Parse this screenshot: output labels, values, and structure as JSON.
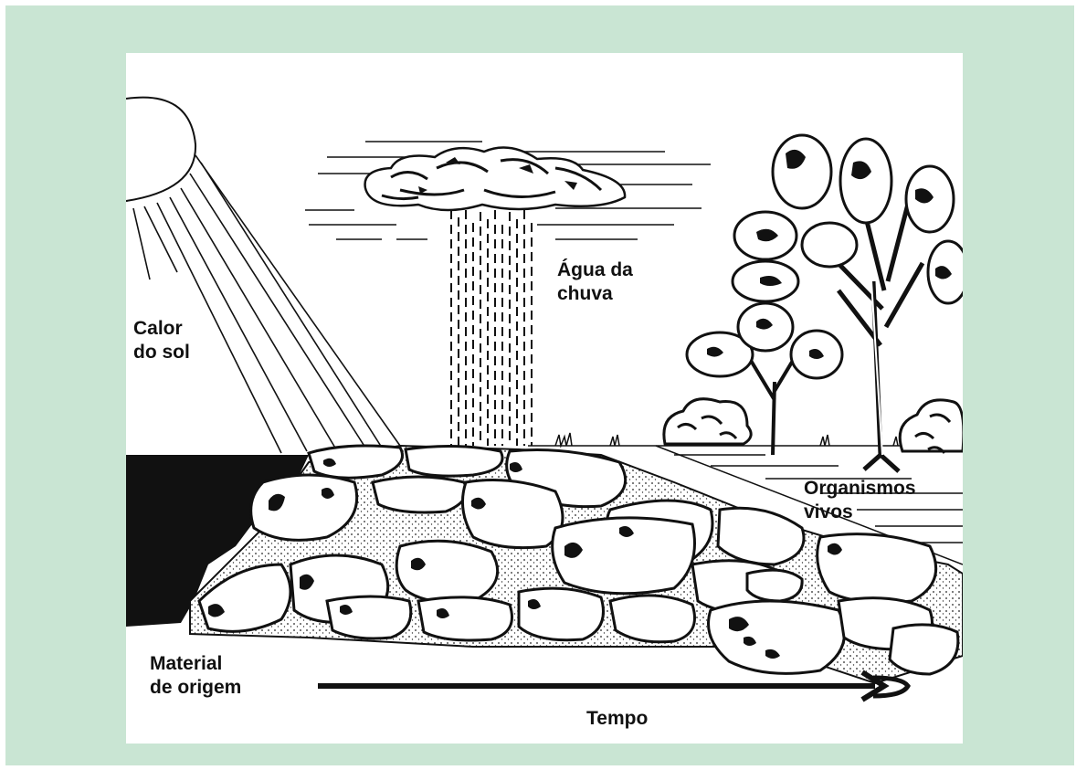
{
  "labels": {
    "sun_heat": [
      "Calor",
      "do sol"
    ],
    "rain_water": [
      "Água da",
      "chuva"
    ],
    "living_organisms": [
      "Organismos",
      "vivos"
    ],
    "parent_material": [
      "Material",
      "de origem"
    ],
    "time": "Tempo"
  },
  "colors": {
    "frame": "#c9e5d3",
    "panel": "#ffffff",
    "ink": "#111111",
    "speckle": "#d8d8d8"
  }
}
